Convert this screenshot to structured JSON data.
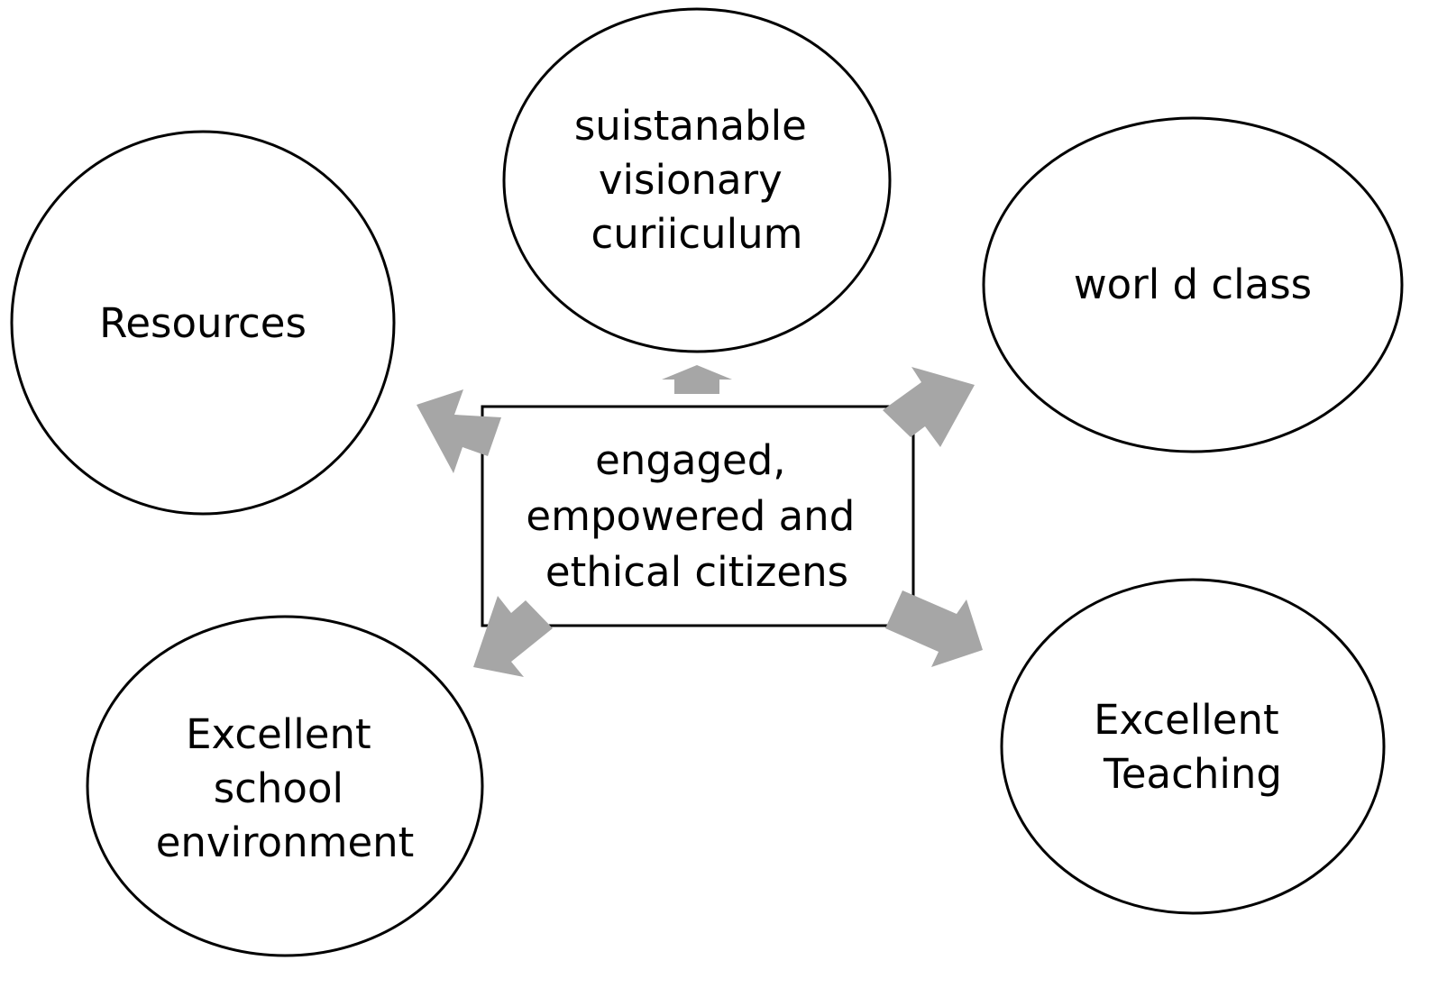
{
  "center": {
    "lines": [
      "engaged,",
      "empowered and",
      "ethical citizens"
    ]
  },
  "nodes": {
    "resources": {
      "lines": [
        "Resources"
      ]
    },
    "curriculum": {
      "lines": [
        "suistanable",
        "visionary",
        "curiiculum"
      ]
    },
    "world_class": {
      "lines": [
        "worl d class"
      ]
    },
    "environment": {
      "lines": [
        "Excellent",
        "school",
        "environment"
      ]
    },
    "teaching": {
      "lines": [
        "Excellent",
        "Teaching"
      ]
    }
  },
  "colors": {
    "outline": "#000000",
    "arrow": "#a6a6a6",
    "background": "#ffffff"
  }
}
